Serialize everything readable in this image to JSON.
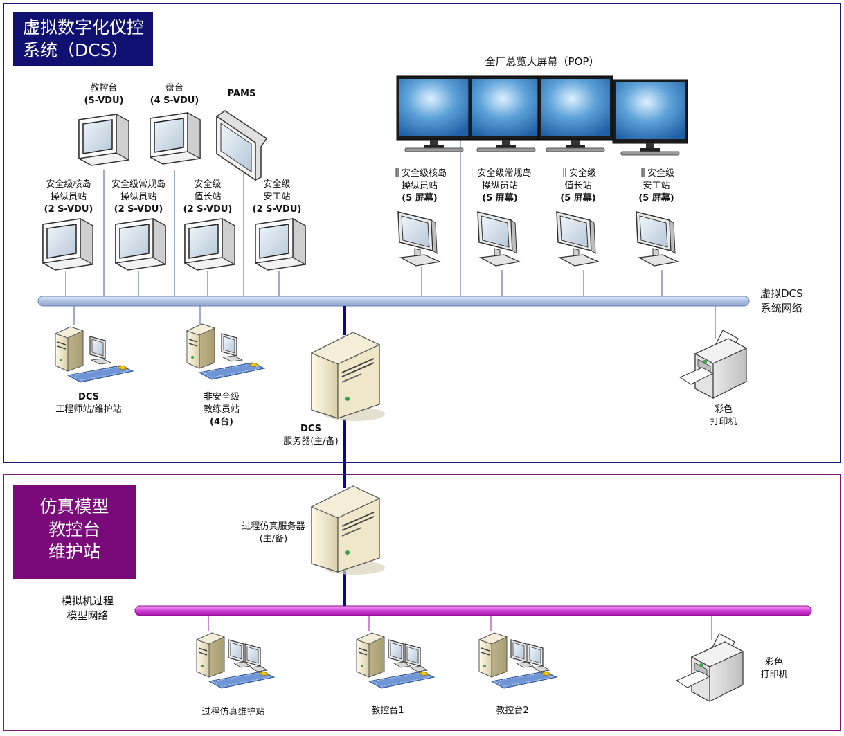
{
  "titles": {
    "dcs": [
      "虚拟数字化仪控",
      "系统（DCS）"
    ],
    "sim": [
      "仿真模型",
      "教控台",
      "维护站"
    ]
  },
  "pop_label": "全厂总览大屏幕（POP）",
  "upper_row": [
    {
      "lines": [
        "教控台",
        "(S-VDU)"
      ]
    },
    {
      "lines": [
        "盘台",
        "(4 S-VDU)"
      ]
    },
    {
      "lines": [
        "PAMS"
      ]
    }
  ],
  "safety_stations": [
    {
      "lines": [
        "安全级核岛",
        "操纵员站",
        "(2 S-VDU)"
      ]
    },
    {
      "lines": [
        "安全级常规岛",
        "操纵员站",
        "(2 S-VDU)"
      ]
    },
    {
      "lines": [
        "安全级",
        "值长站",
        "(2 S-VDU)"
      ]
    },
    {
      "lines": [
        "安全级",
        "安工站",
        "(2 S-VDU)"
      ]
    }
  ],
  "nonsafety_stations": [
    {
      "lines": [
        "非安全级核岛",
        "操纵员站",
        "(5 屏幕)"
      ]
    },
    {
      "lines": [
        "非安全级常规岛",
        "操纵员站",
        "(5 屏幕)"
      ]
    },
    {
      "lines": [
        "非安全级",
        "值长站",
        "(5 屏幕)"
      ]
    },
    {
      "lines": [
        "非安全级",
        "安工站",
        "(5 屏幕)"
      ]
    }
  ],
  "dcs_network": [
    "虚拟DCS",
    "系统网络"
  ],
  "dcs_engineer": [
    "DCS",
    "工程师站/维护站"
  ],
  "trainer_stations": [
    "非安全级",
    "教练员站",
    "(4台)"
  ],
  "dcs_server": [
    "DCS",
    "服务器(主/备)"
  ],
  "printer_upper": [
    "彩色",
    "打印机"
  ],
  "process_server": [
    "过程仿真服务器",
    "(主/备)"
  ],
  "sim_network": [
    "模拟机过程",
    "模型网络"
  ],
  "sim_maint": "过程仿真维护站",
  "console1": "教控台1",
  "console2": "教控台2",
  "printer_lower": [
    "彩色",
    "打印机"
  ],
  "colors": {
    "dcs_frame": "#1a1a7a",
    "sim_frame": "#7a1a7a",
    "dcs_bus": "#b7c9e6",
    "sim_bus": "#d23fd6",
    "trunk": "#0b0b80"
  }
}
